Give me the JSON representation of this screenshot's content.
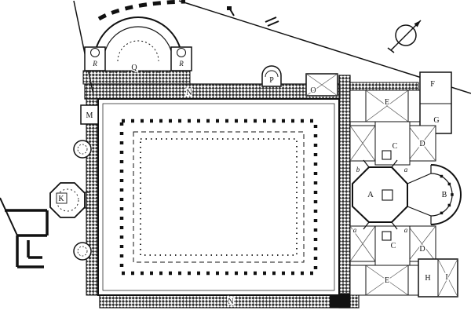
{
  "colors": {
    "ink": "#111111",
    "paper": "#ffffff",
    "pattern": "#333333"
  },
  "icons": {
    "compass": "compass-north-arrow"
  },
  "labels": {
    "A": "A",
    "B": "B",
    "C": "C",
    "D": "D",
    "E": "E",
    "F": "F",
    "G": "G",
    "H": "H",
    "I": "I",
    "K": "K",
    "M": "M",
    "N": "N",
    "O": "O",
    "P": "P",
    "Q": "Q",
    "R": "R",
    "a": "a",
    "b": "b"
  }
}
